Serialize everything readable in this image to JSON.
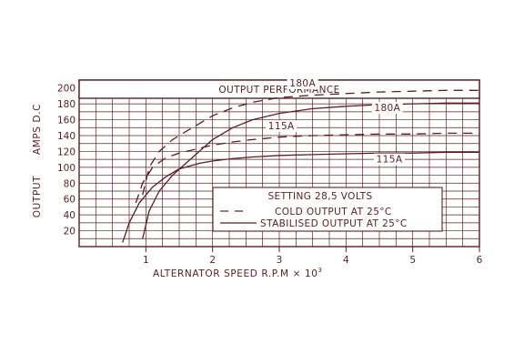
{
  "chart_data": {
    "type": "line",
    "title": "OUTPUT PERFORMANCE",
    "xlabel": "ALTERNATOR SPEED  R.P.M × 10",
    "xlabel_exponent": "3",
    "ylabel_left": "OUTPUT",
    "ylabel_right": "AMPS D.C",
    "xlim": [
      0,
      6
    ],
    "ylim": [
      0,
      210
    ],
    "x_ticks": [
      "1",
      "2",
      "3",
      "4",
      "5",
      "6"
    ],
    "y_ticks": [
      "20",
      "40",
      "60",
      "80",
      "100",
      "120",
      "140",
      "160",
      "180",
      "200"
    ],
    "grid": true,
    "legend_position": "center-right",
    "legend": {
      "header": "SETTING 28,5 VOLTS",
      "entries": [
        {
          "style": "dashed",
          "label": "COLD OUTPUT AT 25°C"
        },
        {
          "style": "solid",
          "label": "STABILISED OUTPUT AT 25°C"
        }
      ]
    },
    "series": [
      {
        "name": "180A",
        "style": "dashed",
        "x": [
          0.95,
          1.05,
          1.2,
          1.4,
          1.6,
          1.8,
          2.0,
          2.3,
          2.6,
          3.0,
          3.5,
          4.0,
          4.5,
          5.0,
          5.5,
          6.0
        ],
        "y": [
          65,
          100,
          120,
          135,
          145,
          155,
          165,
          175,
          182,
          188,
          191,
          193,
          195,
          196,
          197,
          197
        ]
      },
      {
        "name": "180A",
        "style": "solid",
        "x": [
          0.95,
          1.05,
          1.2,
          1.4,
          1.6,
          1.8,
          2.0,
          2.3,
          2.6,
          3.0,
          3.5,
          4.0,
          4.5,
          5.0,
          5.5,
          6.0
        ],
        "y": [
          10,
          45,
          70,
          90,
          105,
          120,
          135,
          150,
          160,
          168,
          174,
          177,
          179,
          180,
          181,
          181
        ]
      },
      {
        "name": "115A",
        "style": "dashed",
        "x": [
          0.85,
          0.95,
          1.1,
          1.3,
          1.5,
          1.7,
          2.0,
          2.3,
          2.6,
          3.0,
          3.5,
          4.0,
          4.5,
          5.0,
          5.5,
          6.0
        ],
        "y": [
          55,
          80,
          100,
          112,
          118,
          122,
          128,
          132,
          135,
          138,
          140,
          141,
          142,
          142,
          143,
          143
        ]
      },
      {
        "name": "115A",
        "style": "solid",
        "x": [
          0.65,
          0.75,
          0.9,
          1.1,
          1.3,
          1.5,
          1.8,
          2.0,
          2.3,
          2.6,
          3.0,
          3.5,
          4.0,
          4.5,
          5.0,
          5.5,
          6.0
        ],
        "y": [
          5,
          30,
          55,
          75,
          88,
          98,
          105,
          108,
          111,
          113,
          115,
          116,
          117,
          118,
          118,
          119,
          119
        ]
      }
    ],
    "annotations": [
      "180A",
      "180A",
      "115A",
      "115A"
    ],
    "colors": {
      "ink": "#5a1e24",
      "background": "#ffffff"
    }
  }
}
